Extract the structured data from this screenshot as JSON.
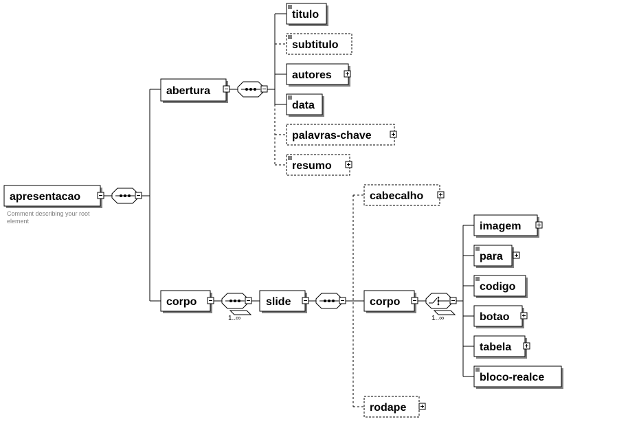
{
  "root": {
    "label": "apresentacao",
    "annotation_lines": [
      "Comment describing your root",
      "element"
    ]
  },
  "abertura": {
    "label": "abertura",
    "children": {
      "titulo": "titulo",
      "subtitulo": "subtitulo",
      "autores": "autores",
      "data": "data",
      "palavras_chave": "palavras-chave",
      "resumo": "resumo"
    }
  },
  "corpo": {
    "label": "corpo",
    "cardinality": "1..∞",
    "slide": {
      "label": "slide",
      "cabecalho": "cabecalho",
      "rodape": "rodape",
      "corpo": {
        "label": "corpo",
        "cardinality": "1..∞",
        "children": {
          "imagem": "imagem",
          "para": "para",
          "codigo": "codigo",
          "botao": "botao",
          "tabela": "tabela",
          "bloco_realce": "bloco-realce"
        }
      }
    }
  }
}
